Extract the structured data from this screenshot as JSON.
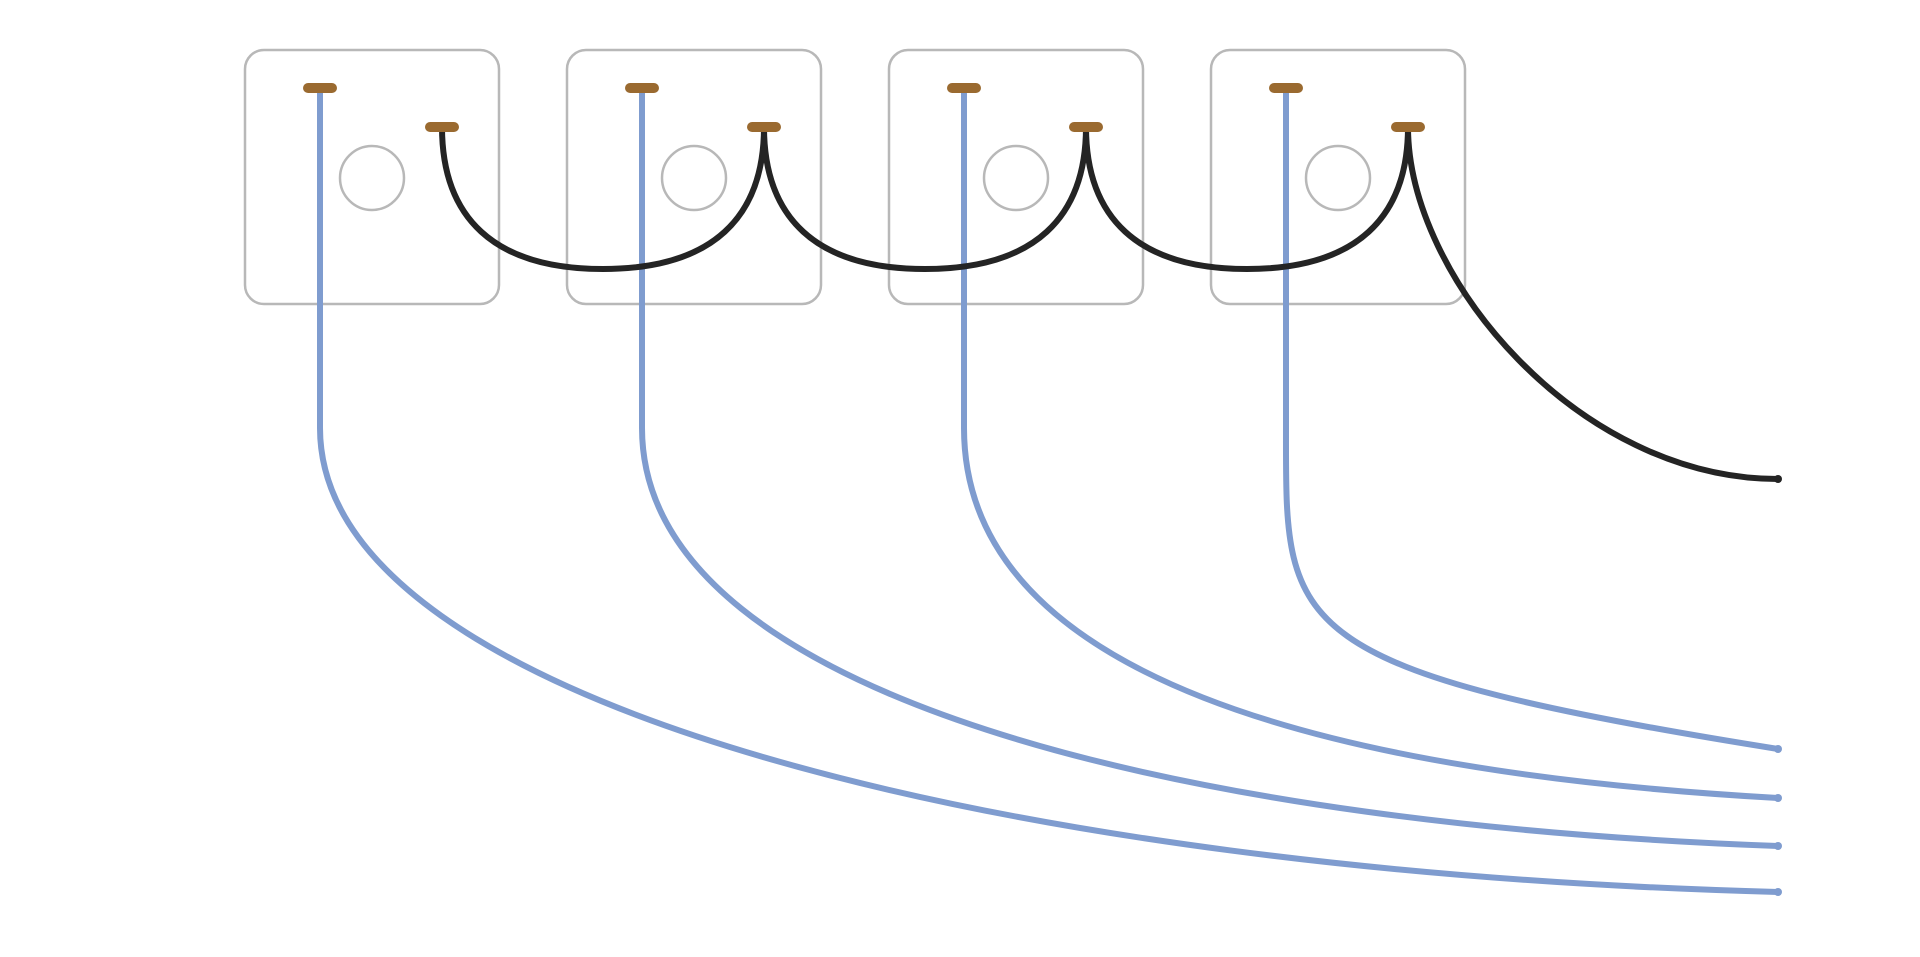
{
  "colors": {
    "background": "#ffffff",
    "module_outline": "#b8b8b8",
    "terminal": "#9a6a30",
    "signal_wire": "#7f9ccf",
    "common_wire": "#242424"
  },
  "diagram": {
    "module_count": 4,
    "terminals_per_module": 2,
    "wires": {
      "signal_count": 4,
      "common_count": 1
    }
  }
}
